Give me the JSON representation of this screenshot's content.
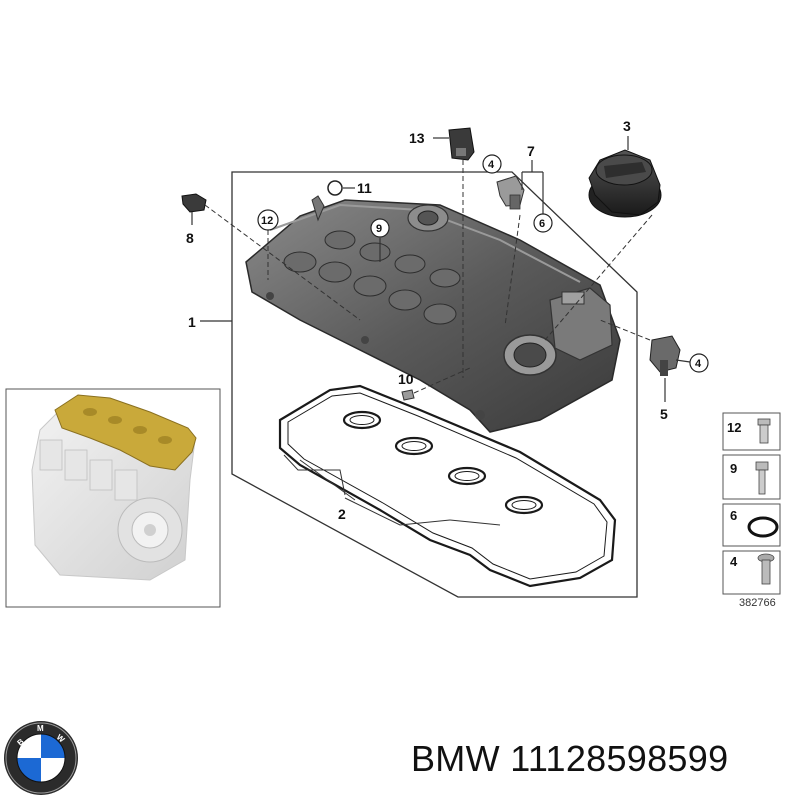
{
  "callouts": {
    "c1": "1",
    "c2": "2",
    "c3": "3",
    "c4a": "4",
    "c4b": "4",
    "c5": "5",
    "c6": "6",
    "c7": "7",
    "c8": "8",
    "c9": "9",
    "c10": "10",
    "c11": "11",
    "c12": "12",
    "c13": "13"
  },
  "legend": {
    "items": [
      "12",
      "9",
      "6",
      "4"
    ],
    "ref_number": "382766"
  },
  "caption": {
    "brand": "BMW",
    "part_number": "11128598599"
  },
  "colors": {
    "cover": "#5c5c5c",
    "engine_highlight": "#c9a93a",
    "frame": "#333333"
  }
}
